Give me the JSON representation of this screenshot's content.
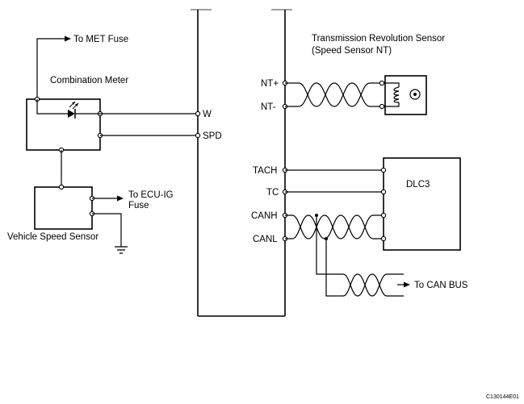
{
  "diagram": {
    "ecm_pins": {
      "w": "W",
      "spd": "SPD",
      "nt_plus": "NT+",
      "nt_minus": "NT-",
      "tach": "TACH",
      "tc": "TC",
      "canh": "CANH",
      "canl": "CANL"
    },
    "labels": {
      "met_fuse": "To MET Fuse",
      "combination_meter": "Combination Meter",
      "ecu_ig_line1": "To ECU-IG",
      "ecu_ig_line2": "Fuse",
      "vehicle_speed_sensor": "Vehicle Speed Sensor",
      "trans_sensor_line1": "Transmission Revolution Sensor",
      "trans_sensor_line2": "(Speed Sensor NT)",
      "dlc3": "DLC3",
      "can_bus": "To CAN BUS",
      "figure_code": "C130144E01"
    }
  }
}
